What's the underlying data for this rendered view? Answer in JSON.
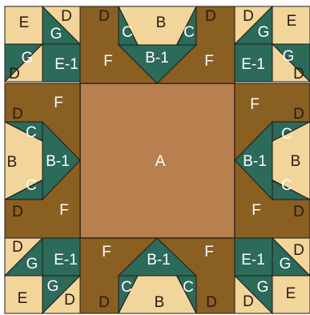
{
  "title": "",
  "colors": {
    "tan": "#f2d59b",
    "teal": "#2c6a5a",
    "brown": "#8a5f22",
    "center": "#b87f4f",
    "outline": "#1f1a14",
    "label_dark": "#2a1a0a",
    "label_light": "#ffffff"
  },
  "labels": {
    "A": "A",
    "B": "B",
    "B1": "B-1",
    "C": "C",
    "D": "D",
    "E": "E",
    "E1": "E-1",
    "F": "F",
    "G": "G"
  }
}
